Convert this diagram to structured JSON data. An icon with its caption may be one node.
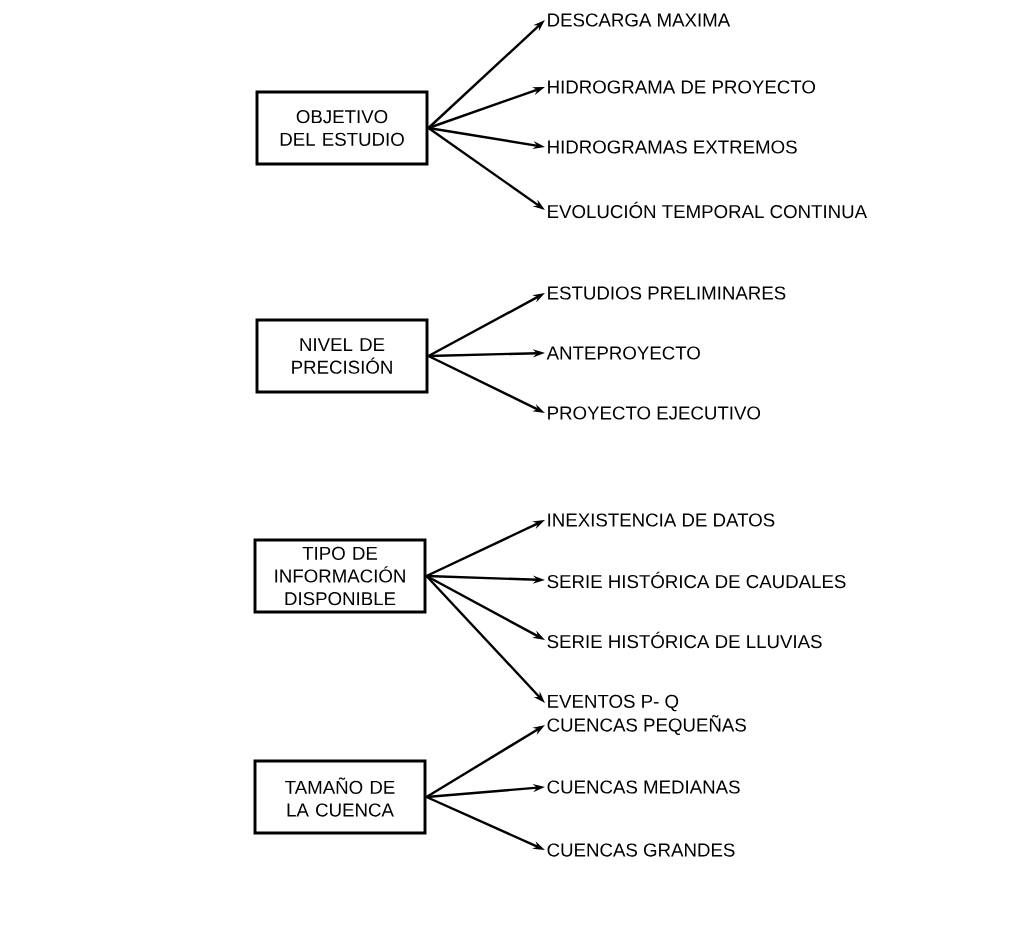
{
  "diagram": {
    "nodes": [
      {
        "text": [
          "OBJETIVO DEL ESTUDIO"
        ]
      },
      {
        "text": [
          "DESCARGA MAXIMA"
        ]
      },
      {
        "text": [
          "HIDROGRAMA DE PROYECTO"
        ]
      },
      {
        "text": [
          "HIDROGRAMAS EXTREMOS"
        ]
      },
      {
        "text": [
          "EVOLUCIÓN TEMPORAL CONTINUA"
        ]
      },
      {
        "text": [
          "NIVEL DE PRECISIÓN"
        ]
      },
      {
        "text": [
          "ESTUDIOS PRELIMINARES"
        ]
      },
      {
        "text": [
          "ANTEPROYECTO"
        ]
      },
      {
        "text": [
          "PROYECTO EJECUTIVO"
        ]
      },
      {
        "text": [
          "TIPO DE INFORMACIÓN DISPONIBLE"
        ]
      },
      {
        "text": [
          "INEXISTENCIA DE DATOS"
        ]
      },
      {
        "text": [
          "SERIE HISTÓRICA DE CAUDALES"
        ]
      },
      {
        "text": [
          "SERIE HISTÓRICA DE LLUVIAS"
        ]
      },
      {
        "text": [
          "EVENTOS P- Q"
        ]
      },
      {
        "text": [
          "TAMAÑO DE LA CUENCA"
        ]
      },
      {
        "text": [
          "CUENCAS PEQUEÑAS"
        ]
      },
      {
        "text": [
          "CUENCAS MEDIANAS"
        ]
      },
      {
        "text": [
          "CUENCAS GRANDES"
        ]
      }
    ],
    "edges": [
      {
        "from": 0,
        "to": 1,
        "arrow": "to"
      },
      {
        "from": 0,
        "to": 2,
        "arrow": "to"
      },
      {
        "from": 0,
        "to": 3,
        "arrow": "to"
      },
      {
        "from": 0,
        "to": 4,
        "arrow": "to"
      },
      {
        "from": 5,
        "to": 6,
        "arrow": "to"
      },
      {
        "from": 5,
        "to": 7,
        "arrow": "to"
      },
      {
        "from": 5,
        "to": 8,
        "arrow": "to"
      },
      {
        "from": 9,
        "to": 10,
        "arrow": "to"
      },
      {
        "from": 9,
        "to": 11,
        "arrow": "to"
      },
      {
        "from": 9,
        "to": 12,
        "arrow": "to"
      },
      {
        "from": 9,
        "to": 13,
        "arrow": "to"
      },
      {
        "from": 14,
        "to": 15,
        "arrow": "to"
      },
      {
        "from": 14,
        "to": 16,
        "arrow": "to"
      },
      {
        "from": 14,
        "to": 17,
        "arrow": "to"
      }
    ]
  }
}
